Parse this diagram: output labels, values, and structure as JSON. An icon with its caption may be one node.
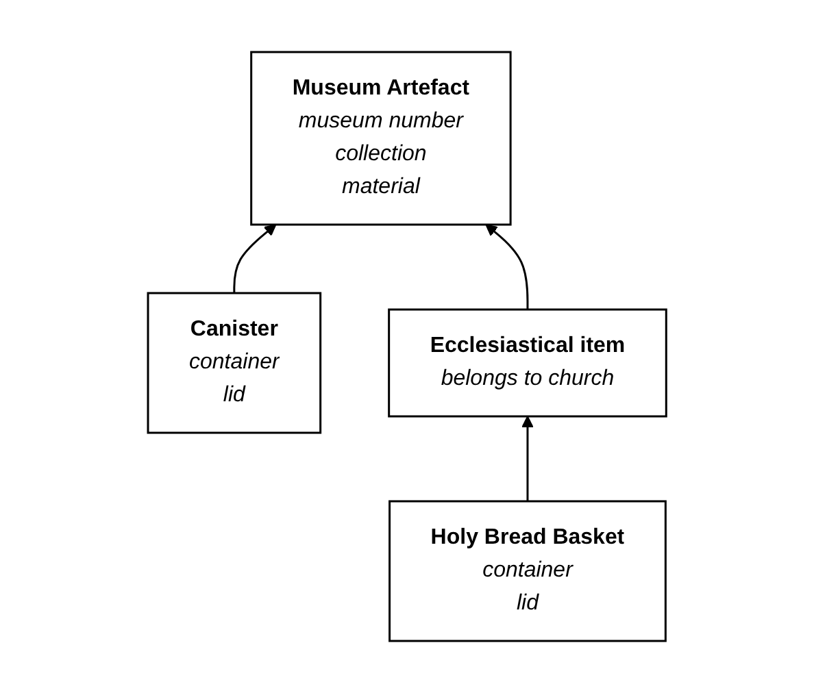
{
  "diagram": {
    "nodes": [
      {
        "text": [
          "Museum Artefact",
          "museum number",
          "collection",
          "material"
        ]
      },
      {
        "text": [
          "Canister",
          "container",
          "lid"
        ]
      },
      {
        "text": [
          "Ecclesiastical item",
          "belongs to church"
        ]
      },
      {
        "text": [
          "Holy Bread Basket",
          "container",
          "lid"
        ]
      }
    ],
    "edges": [
      {
        "from": 1,
        "to": 0,
        "arrow": "to"
      },
      {
        "from": 2,
        "to": 0,
        "arrow": "to"
      },
      {
        "from": 3,
        "to": 2,
        "arrow": "to"
      }
    ]
  }
}
